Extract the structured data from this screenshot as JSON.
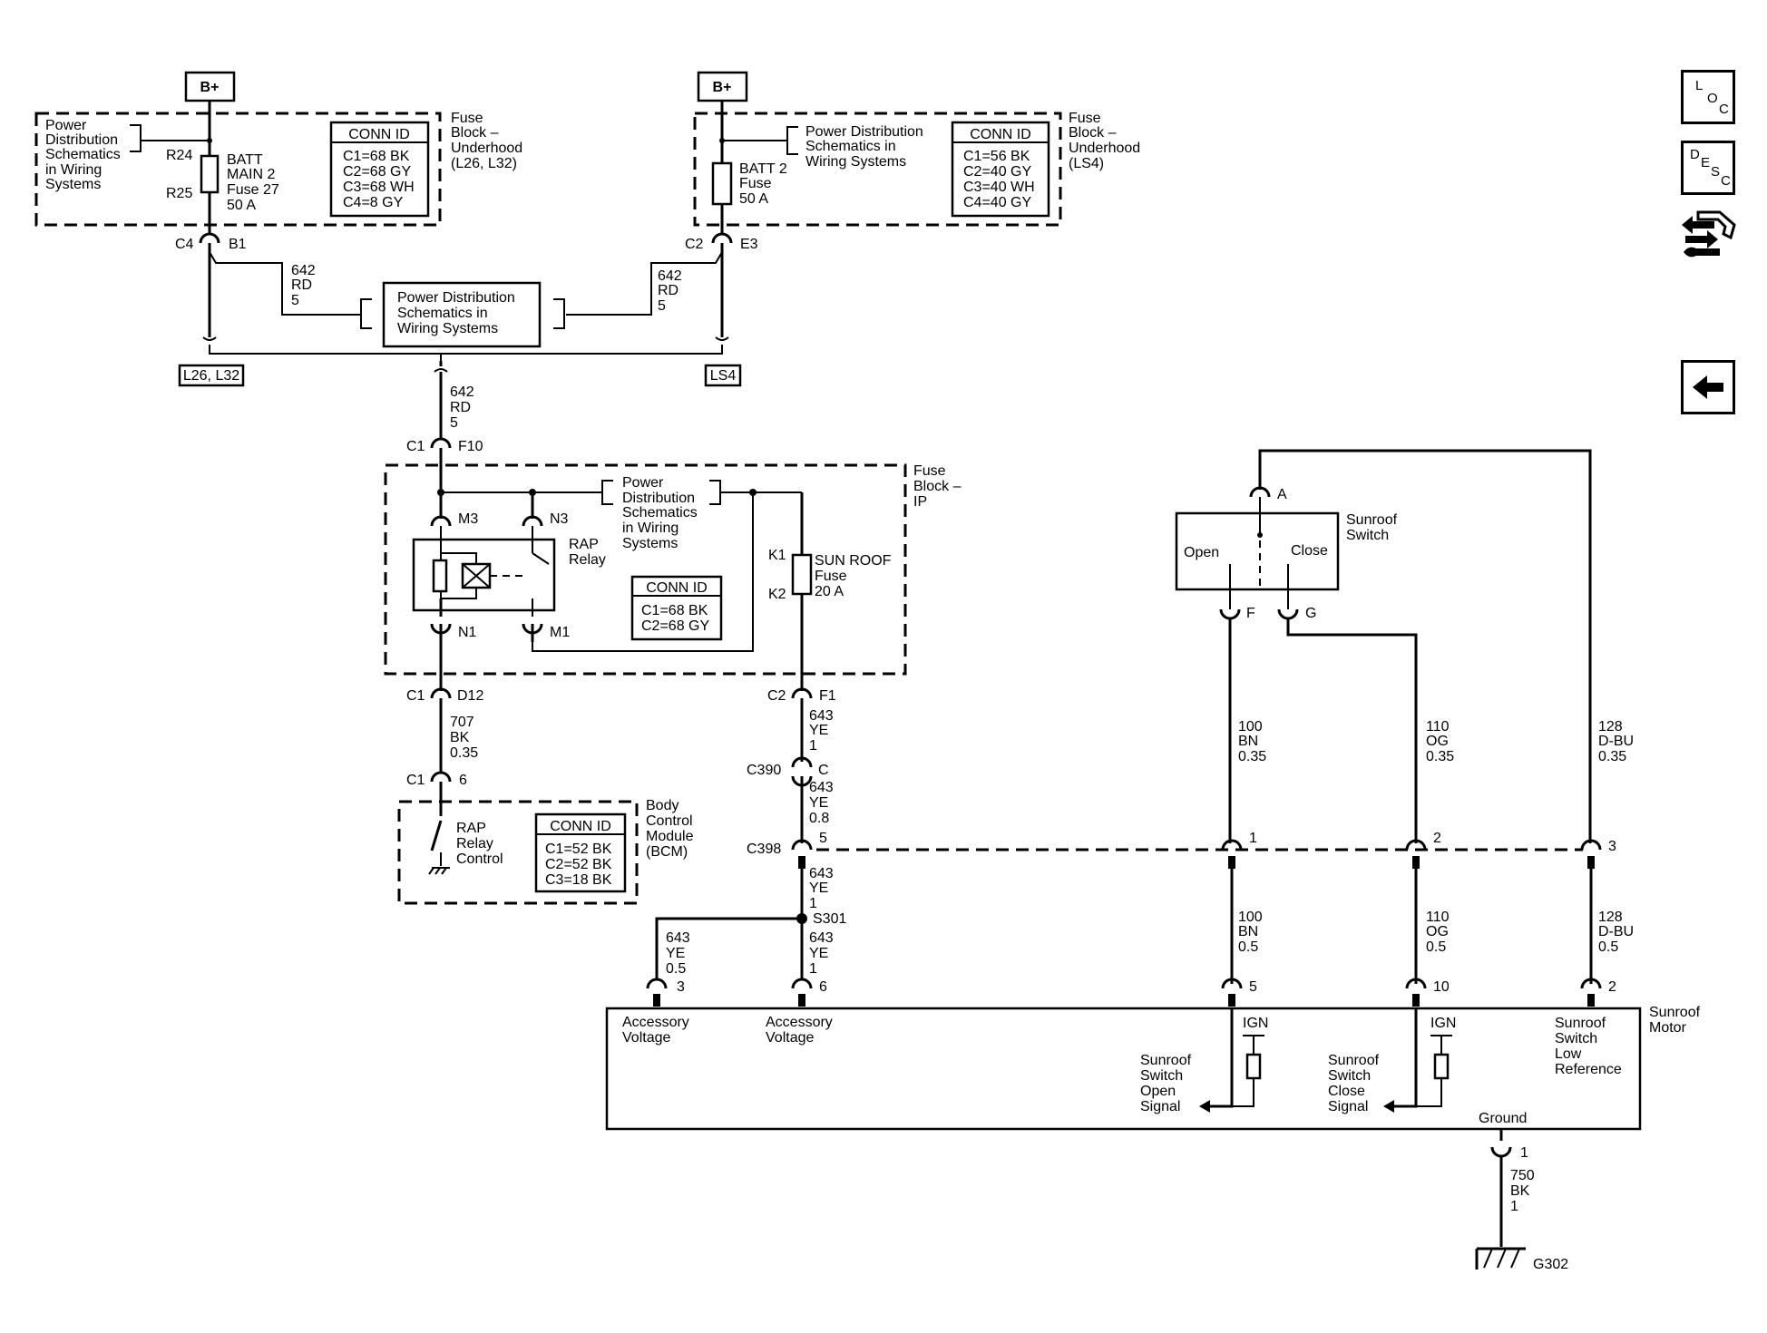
{
  "battery": {
    "left_label": "B+",
    "right_label": "B+"
  },
  "fuse_block_uh_left": {
    "title_lines": [
      "Fuse",
      "Block –",
      "Underhood",
      "(L26, L32)"
    ],
    "pds_lines": [
      "Power",
      "Distribution",
      "Schematics",
      "in Wiring",
      "Systems"
    ],
    "r_top": "R24",
    "r_bottom": "R25",
    "fuse_lines": [
      "BATT",
      "MAIN 2",
      "Fuse 27",
      "50 A"
    ],
    "conn_title": "CONN ID",
    "conn_lines": [
      "C1=68 BK",
      "C2=68 GY",
      "C3=68 WH",
      "C4=8 GY"
    ],
    "pin_conn": "C4",
    "pin": "B1"
  },
  "fuse_block_uh_right": {
    "title_lines": [
      "Fuse",
      "Block –",
      "Underhood",
      "(LS4)"
    ],
    "pds_lines": [
      "Power Distribution",
      "Schematics in",
      "Wiring Systems"
    ],
    "fuse_lines": [
      "BATT 2",
      "Fuse",
      "50 A"
    ],
    "conn_title": "CONN ID",
    "conn_lines": [
      "C1=56 BK",
      "C2=40 GY",
      "C3=40 WH",
      "C4=40 GY"
    ],
    "pin_conn": "C2",
    "pin": "E3"
  },
  "pds_center_lines": [
    "Power Distribution",
    "Schematics in",
    "Wiring Systems"
  ],
  "wire_642": [
    "642",
    "RD",
    "5"
  ],
  "option_left": "L26, L32",
  "option_right": "LS4",
  "fuse_block_ip": {
    "title_lines": [
      "Fuse",
      "Block –",
      "IP"
    ],
    "in_conn": "C1",
    "in_pin": "F10",
    "m3": "M3",
    "n3": "N3",
    "n1": "N1",
    "m1": "M1",
    "k1": "K1",
    "k2": "K2",
    "relay_lines": [
      "RAP",
      "Relay"
    ],
    "pds_lines": [
      "Power",
      "Distribution",
      "Schematics",
      "in Wiring",
      "Systems"
    ],
    "fuse_lines": [
      "SUN ROOF",
      "Fuse",
      "20 A"
    ],
    "conn_title": "CONN ID",
    "conn_lines": [
      "C1=68 BK",
      "C2=68 GY"
    ],
    "out1_conn": "C1",
    "out1_pin": "D12",
    "out2_conn": "C2",
    "out2_pin": "F1"
  },
  "wire_707": [
    "707",
    "BK",
    "0.35"
  ],
  "bcm": {
    "title_lines": [
      "Body",
      "Control",
      "Module",
      "(BCM)"
    ],
    "conn": "C1",
    "pin": "6",
    "label_lines": [
      "RAP",
      "Relay",
      "Control"
    ],
    "conn_title": "CONN ID",
    "conn_lines": [
      "C1=52 BK",
      "C2=52 BK",
      "C3=18 BK"
    ]
  },
  "wire_643_1": [
    "643",
    "YE",
    "1"
  ],
  "c390": {
    "conn": "C390",
    "pin": "C"
  },
  "wire_643_08": [
    "643",
    "YE",
    "0.8"
  ],
  "c398": {
    "conn": "C398",
    "pins": [
      "5",
      "1",
      "2",
      "3"
    ]
  },
  "wire_643_after": [
    "643",
    "YE",
    "1"
  ],
  "splice": "S301",
  "wire_643_05": [
    "643",
    "YE",
    "0.5"
  ],
  "wire_643_6": [
    "643",
    "YE",
    "1"
  ],
  "sunroof_switch": {
    "title_lines": [
      "Sunroof",
      "Switch"
    ],
    "pin_a": "A",
    "pin_f": "F",
    "pin_g": "G",
    "open": "Open",
    "close": "Close"
  },
  "wire_100_top": [
    "100",
    "BN",
    "0.35"
  ],
  "wire_110_top": [
    "110",
    "OG",
    "0.35"
  ],
  "wire_128_top": [
    "128",
    "D-BU",
    "0.35"
  ],
  "wire_100_bot": [
    "100",
    "BN",
    "0.5"
  ],
  "wire_110_bot": [
    "110",
    "OG",
    "0.5"
  ],
  "wire_128_bot": [
    "128",
    "D-BU",
    "0.5"
  ],
  "sunroof_motor": {
    "title_lines": [
      "Sunroof",
      "Motor"
    ],
    "pins": [
      "3",
      "6",
      "5",
      "10",
      "2",
      "1"
    ],
    "acc1_lines": [
      "Accessory",
      "Voltage"
    ],
    "acc2_lines": [
      "Accessory",
      "Voltage"
    ],
    "ign": "IGN",
    "open_lines": [
      "Sunroof",
      "Switch",
      "Open",
      "Signal"
    ],
    "close_lines": [
      "Sunroof",
      "Switch",
      "Close",
      "Signal"
    ],
    "low_ref_lines": [
      "Sunroof",
      "Switch",
      "Low",
      "Reference"
    ],
    "ground": "Ground"
  },
  "wire_750": [
    "750",
    "BK",
    "1"
  ],
  "ground_label": "G302",
  "nav": {
    "loc": [
      "L",
      "O",
      "C"
    ],
    "desc": [
      "D",
      "E",
      "S",
      "C"
    ],
    "back": "back-arrow-icon",
    "wrench": "swap-wrench-icon"
  }
}
